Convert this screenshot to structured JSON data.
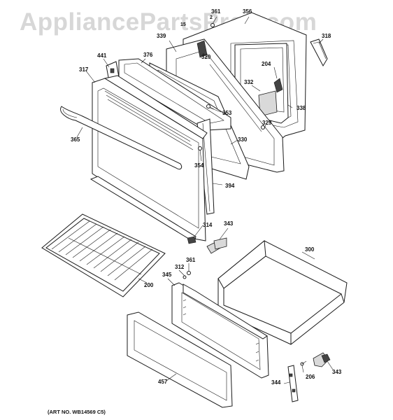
{
  "watermark": "AppliancePartsPros.com",
  "art_number": "(ART NO. WB14569 C5)",
  "callouts": {
    "c361a": "361",
    "c356": "356",
    "c318": "318",
    "c339": "339",
    "c320": "320",
    "c441": "441",
    "c376": "376",
    "c204": "204",
    "c317": "317",
    "c332": "332",
    "c338": "338",
    "c353": "353",
    "c329": "329",
    "c365": "365",
    "c330": "330",
    "c354": "354",
    "c394": "394",
    "c314": "314",
    "c343a": "343",
    "c300": "300",
    "c361b": "361",
    "c312": "312",
    "c345": "345",
    "c200": "200",
    "c457": "457",
    "c206": "206",
    "c343b": "343",
    "c344": "344",
    "c15": "15",
    "c2": "2"
  }
}
